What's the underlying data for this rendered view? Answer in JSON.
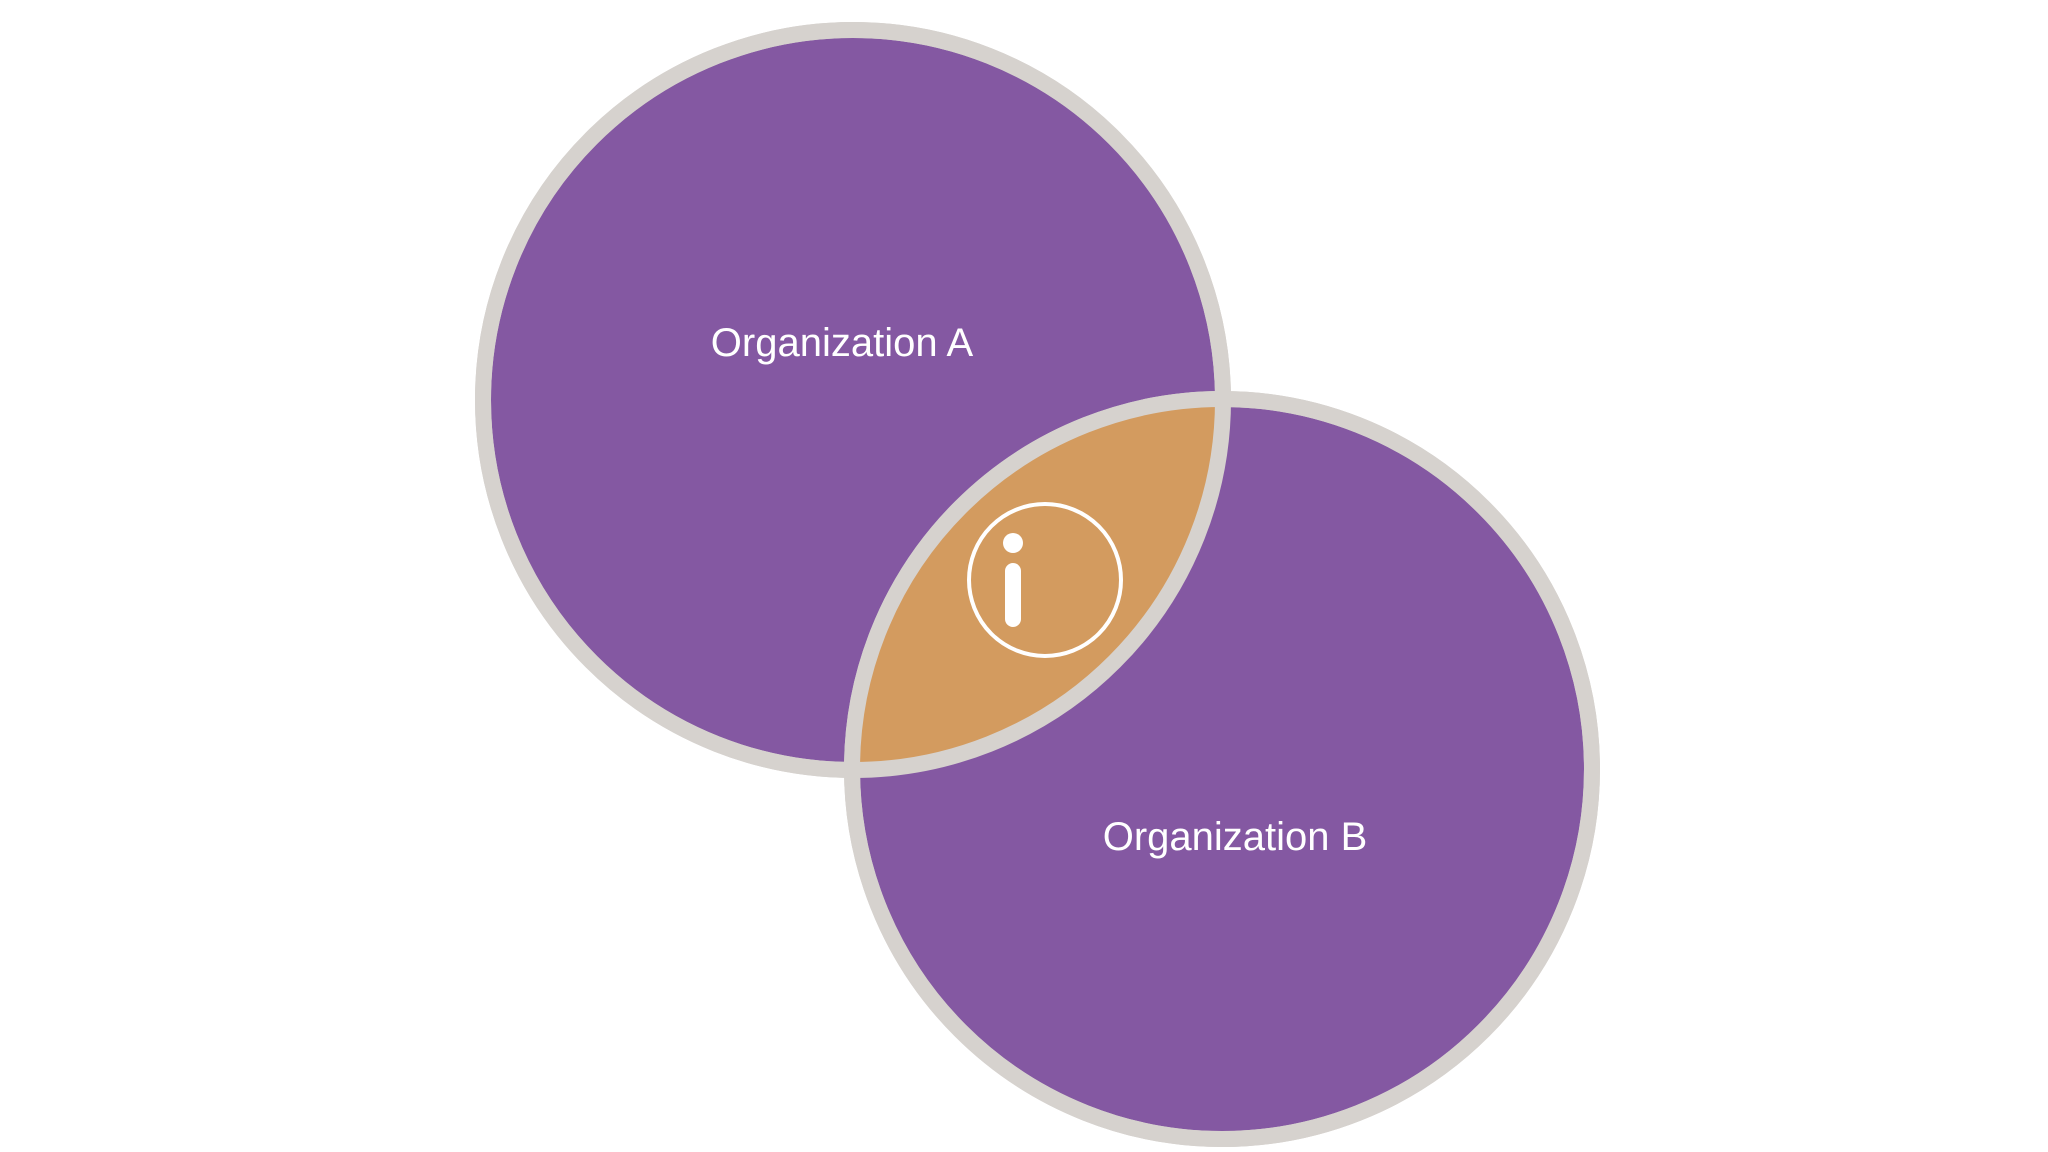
{
  "diagram": {
    "type": "venn",
    "sets": [
      {
        "id": "A",
        "label": "Organization A"
      },
      {
        "id": "B",
        "label": "Organization B"
      }
    ],
    "intersection": {
      "icon": "info-icon"
    }
  },
  "colors": {
    "background": "#ffffff",
    "circle_fill": "#8458a2",
    "circle_border": "#d6d2ce",
    "intersection_fill": "#d39b5f",
    "icon_color": "#ffffff"
  }
}
